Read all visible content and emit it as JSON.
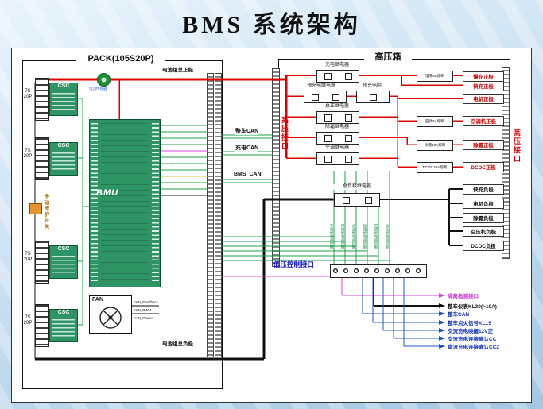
{
  "slide": {
    "title": "BMS 系统架构"
  },
  "pack": {
    "title": "PACK(105S20P)",
    "pos_bus_label": "电池组总正极",
    "neg_bus_label": "电池组总负极",
    "current_sensor_label": "电流传感器",
    "msd_label": "手动维护开关",
    "battery": {
      "line1": "7S",
      "line2": "20P"
    },
    "csc_label": "CSC",
    "bmu_label": "BMU",
    "fan": {
      "title": "FAN",
      "pins": [
        "FAN_Feedback",
        "FAN_PWM",
        "FAN_Power"
      ]
    }
  },
  "can": {
    "vehicle": "整车CAN",
    "charge": "充电CAN",
    "bms": "BMS_CAN"
  },
  "hv_box": {
    "title": "高压箱",
    "left_port_label": "高压接口",
    "right_port_label": "高压接口",
    "relays": {
      "charge": "充电继电器",
      "precharge": "预充电继电器",
      "precharge_resistor": "预充电阻",
      "main_positive": "总正继电器",
      "defrost": "除霜继电器",
      "ac": "空调继电器",
      "main_negative": "总负极继电器"
    },
    "fuses": [
      "慢充5A熔断",
      "空调5A熔断",
      "除霜10A熔断",
      "DCDC10A熔断"
    ],
    "positive_outputs": [
      "慢充正极",
      "快充正极",
      "电机正极",
      "空调机正极",
      "除霜正极",
      "DCDC正极"
    ],
    "negative_outputs": [
      "快充负极",
      "电机负极",
      "除霜负极",
      "空压机负极",
      "DCDC负极"
    ]
  },
  "lv": {
    "title": "低压控制接口",
    "control_signals": [
      "充电继电器控制",
      "预充继电器控制",
      "总正继电器控制",
      "除霜继电器控制",
      "空调继电器控制",
      "总负继电器控制"
    ]
  },
  "vehicle_signals": [
    {
      "label": "隔离检测接口"
    },
    {
      "label": "整车仪表KL30(>10A)"
    },
    {
      "label": "整车CAN"
    },
    {
      "label": "整车点火信号KL15"
    },
    {
      "label": "交流充电唤醒12V正"
    },
    {
      "label": "交流充电连接确认CC"
    },
    {
      "label": "直流充电连接确认CC2"
    }
  ],
  "colors": {
    "hv_red": "#dd0000",
    "neg_black": "#111111",
    "control_green": "#18a04a",
    "can_blue": "#2255cc",
    "iso_magenta": "#dd44dd"
  }
}
